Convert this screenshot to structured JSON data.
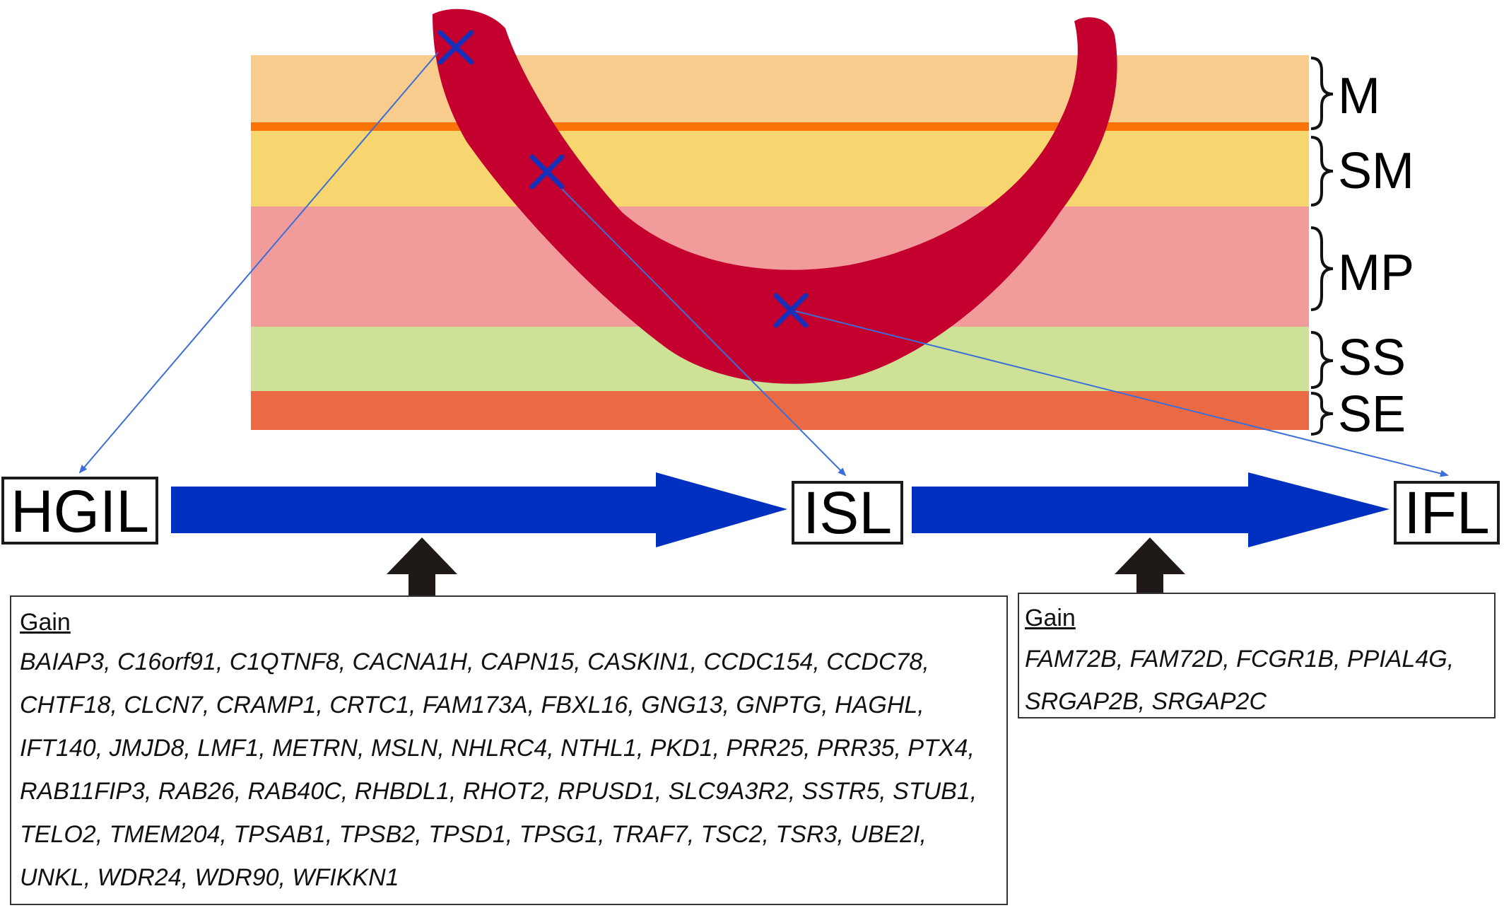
{
  "layers": [
    {
      "id": "M",
      "label": "M",
      "color": "#f8cc8c"
    },
    {
      "id": "MM",
      "label": "",
      "color": "#fb7306"
    },
    {
      "id": "SM",
      "label": "SM",
      "color": "#f7d56f"
    },
    {
      "id": "MP",
      "label": "MP",
      "color": "#f19b9b"
    },
    {
      "id": "SS",
      "label": "SS",
      "color": "#cde197"
    },
    {
      "id": "SE",
      "label": "SE",
      "color": "#eb6a44"
    }
  ],
  "colors": {
    "tumor": "#c4002f",
    "marker": "#1830b8",
    "arrow": "#0030c0",
    "pointer_line": "#3a6fd8",
    "up_arrow": "#1f1a17"
  },
  "stages": [
    {
      "id": "HGIL",
      "label": "HGIL"
    },
    {
      "id": "ISL",
      "label": "ISL"
    },
    {
      "id": "IFL",
      "label": "IFL"
    }
  ],
  "gene_boxes": [
    {
      "title": "Gain",
      "genes": "BAIAP3, C16orf91, C1QTNF8, CACNA1H, CAPN15, CASKIN1, CCDC154, CCDC78, CHTF18, CLCN7, CRAMP1, CRTC1, FAM173A, FBXL16, GNG13, GNPTG, HAGHL, IFT140, JMJD8, LMF1, METRN, MSLN, NHLRC4, NTHL1, PKD1, PRR25, PRR35, PTX4, RAB11FIP3, RAB26, RAB40C, RHBDL1, RHOT2, RPUSD1, SLC9A3R2, SSTR5, STUB1, TELO2, TMEM204, TPSAB1, TPSB2, TPSD1, TPSG1, TRAF7, TSC2, TSR3, UBE2I, UNKL, WDR24, WDR90, WFIKKN1"
    },
    {
      "title": "Gain",
      "genes": "FAM72B, FAM72D, FCGR1B, PPIAL4G, SRGAP2B, SRGAP2C"
    }
  ]
}
